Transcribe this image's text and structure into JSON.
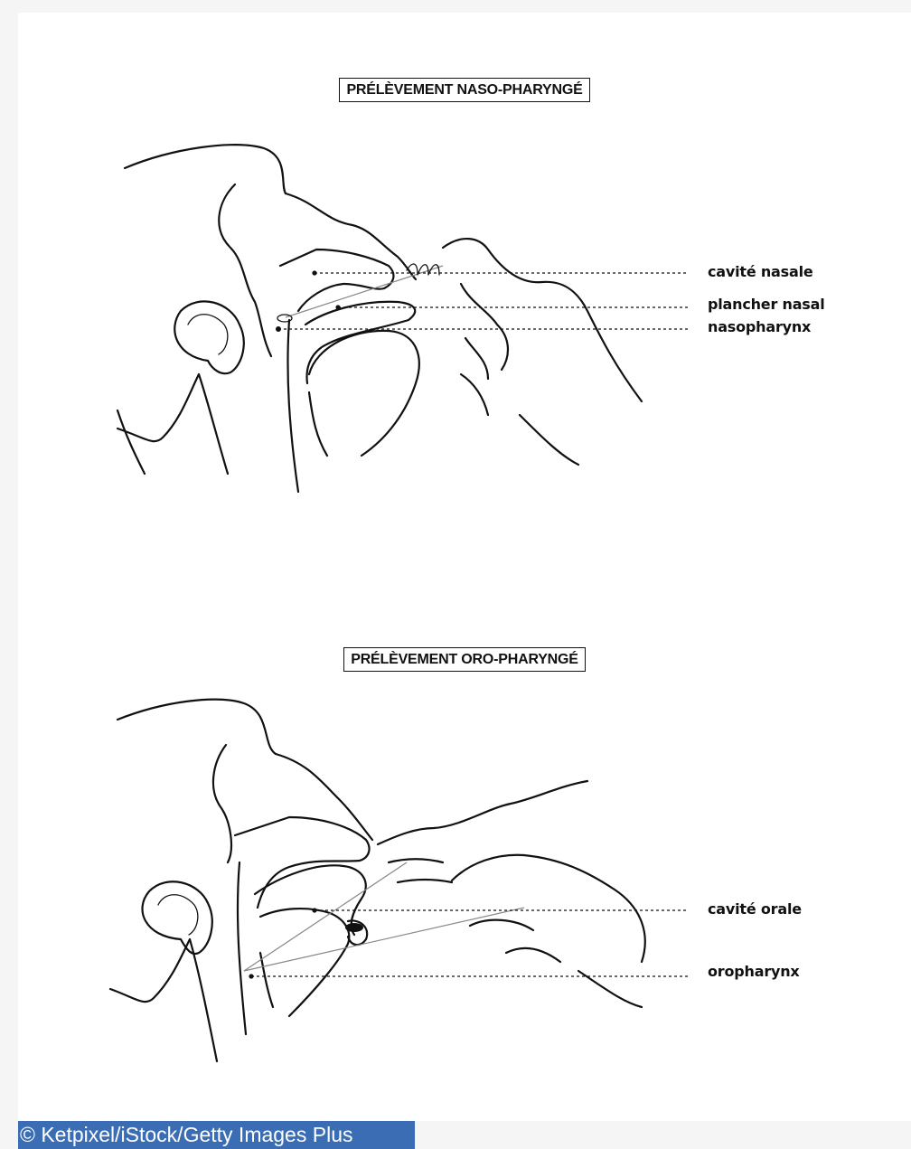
{
  "naso": {
    "title": "PRÉLÈVEMENT NASO-PHARYNGÉ",
    "labels": [
      "cavité nasale",
      "plancher nasal",
      "nasopharynx"
    ]
  },
  "oro": {
    "title": "PRÉLÈVEMENT ORO-PHARYNGÉ",
    "labels": [
      "cavité orale",
      "oropharynx"
    ]
  },
  "credit": "© Ketpixel/iStock/Getty Images Plus"
}
